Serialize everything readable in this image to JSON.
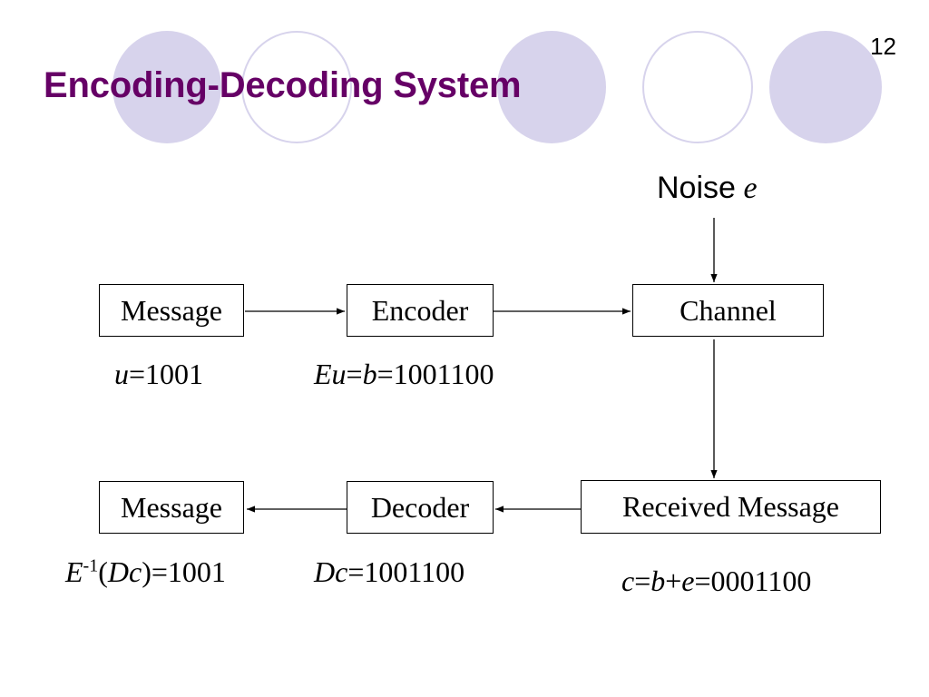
{
  "slide": {
    "title": "Encoding-Decoding System",
    "page_number": "12"
  },
  "diagram": {
    "noise_label": "Noise",
    "noise_var": "e",
    "boxes": {
      "message_in": "Message",
      "encoder": "Encoder",
      "channel": "Channel",
      "received": "Received Message",
      "decoder": "Decoder",
      "message_out": "Message"
    },
    "equations": {
      "u": {
        "var": "u",
        "rest": "=1001"
      },
      "eu": {
        "v1": "Eu",
        "eq1": "=",
        "v2": "b",
        "rest": "=1001100"
      },
      "einv": {
        "v1": "E",
        "sup": "-1",
        "open": "(",
        "v2": "Dc",
        "rest": ")=1001"
      },
      "dc": {
        "var": "Dc",
        "rest": "=1001100"
      },
      "c": {
        "v1": "c",
        "eq1": "=",
        "v2": "b",
        "plus": "+",
        "v3": "e",
        "rest": "=0001100"
      }
    }
  }
}
